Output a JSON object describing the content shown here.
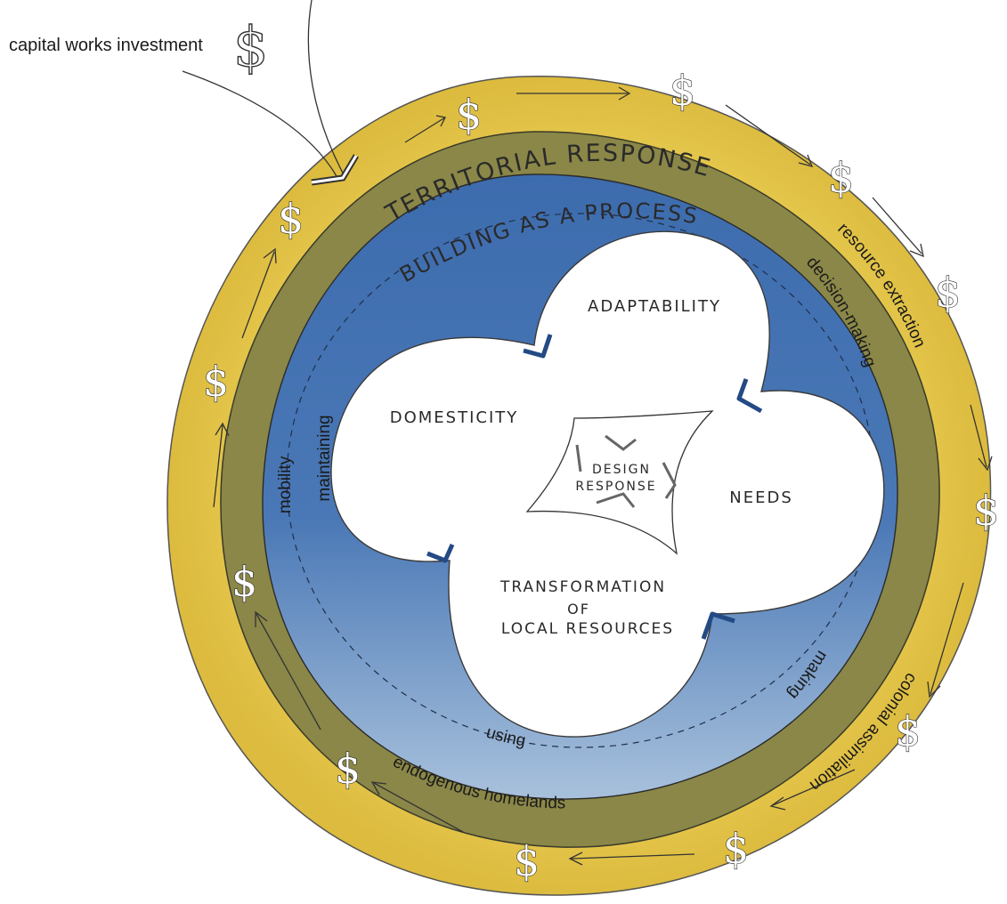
{
  "title_label": "capital works investment",
  "currency_symbol": "$",
  "rings": {
    "outer_label": "TERRITORIAL RESPONSE",
    "middle_label": "BUILDING AS A PROCESS"
  },
  "outer_band_labels": {
    "right": "resource extraction",
    "left": "mobility",
    "bottom_right": "colonial assimilation",
    "bottom": "endogenous homelands"
  },
  "inner_band_labels": {
    "right": "decision-making",
    "left": "maintaining",
    "bottom_right": "making",
    "bottom": "using"
  },
  "lobes": {
    "top": "ADAPTABILITY",
    "left": "DOMESTICITY",
    "right": "NEEDS",
    "bottom_line1": "TRANSFORMATION",
    "bottom_line2": "OF",
    "bottom_line3": "LOCAL RESOURCES"
  },
  "center": {
    "line1": "DESIGN",
    "line2": "RESPONSE"
  },
  "colors": {
    "outer_ring": "#e3c24a",
    "middle_ring": "#8a8748",
    "blue_ring": "#3f6fb0",
    "blue_light": "#9bb7d6",
    "lobes": "#ffffff"
  }
}
